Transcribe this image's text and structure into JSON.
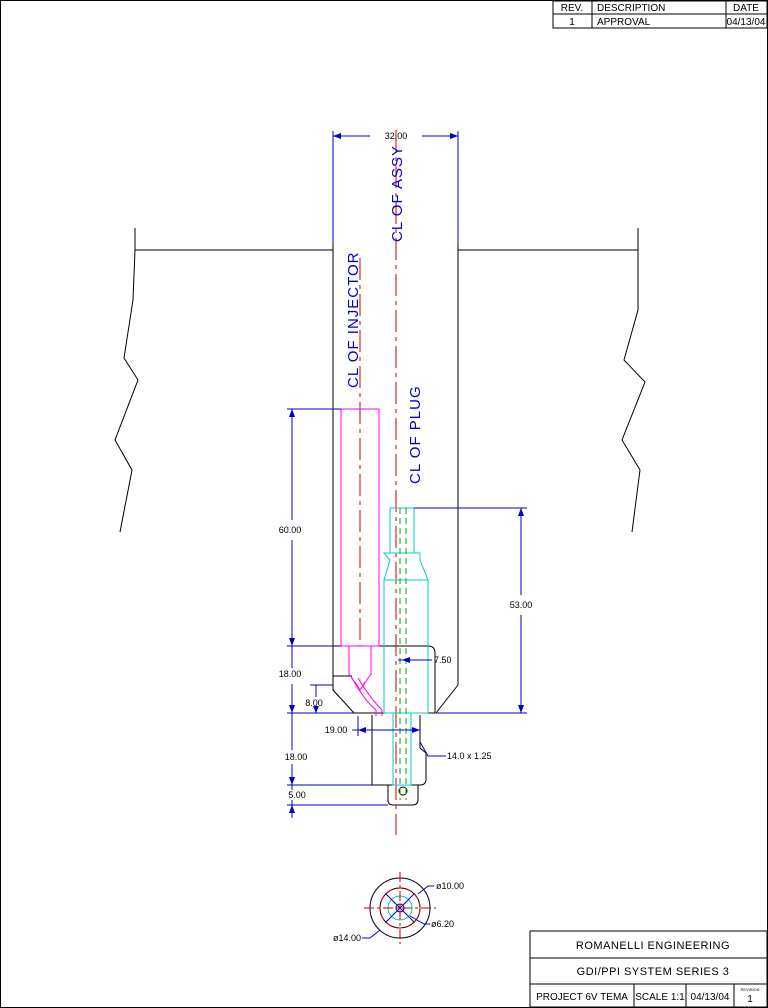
{
  "revision_table": {
    "headers": {
      "rev": "REV.",
      "description": "DESCRIPTION",
      "date": "DATE"
    },
    "row": {
      "rev": "1",
      "description": "APPROVAL",
      "date": "04/13/04"
    }
  },
  "labels": {
    "cl_assy": "CL OF ASSY",
    "cl_injector": "CL OF INJECTOR",
    "cl_plug": "CL OF PLUG"
  },
  "dimensions": {
    "top_width": "32.00",
    "injector_length": "60.00",
    "plug_length": "53.00",
    "offset": "7.50",
    "lower_height": "18.00",
    "step_height": "8.00",
    "step_width": "19.00",
    "thread_height": "18.00",
    "thread_spec": "14.0 x 1.25",
    "tip_height": "5.00",
    "dia_10": "ø10.00",
    "dia_6": "ø6.20",
    "dia_14": "ø14.00"
  },
  "title_block": {
    "company": "ROMANELLI ENGINEERING",
    "system": "GDI/PPI SYSTEM SERIES 3",
    "project": "PROJECT 6V TEMA",
    "scale": "SCALE 1:1",
    "date": "04/13/04",
    "revision_label": "REVISION",
    "revision": "1"
  },
  "colors": {
    "outline": "#000000",
    "dimension": "#0000cc",
    "centerline": "#cc0000",
    "injector": "#ff00ff",
    "plug": "#00cccc",
    "plug_centerline": "#00aa00"
  }
}
